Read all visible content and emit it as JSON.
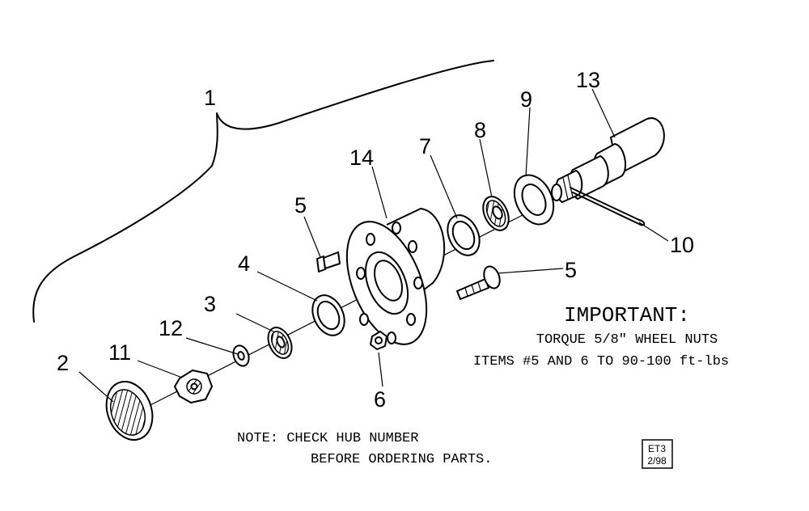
{
  "callouts": {
    "c1": "1",
    "c2": "2",
    "c3": "3",
    "c4": "4",
    "c5a": "5",
    "c5b": "5",
    "c6": "6",
    "c7": "7",
    "c8": "8",
    "c9": "9",
    "c10": "10",
    "c11": "11",
    "c12": "12",
    "c13": "13",
    "c14": "14"
  },
  "important": {
    "heading": "IMPORTANT:",
    "line1": "TORQUE 5/8\" WHEEL NUTS",
    "line2": "ITEMS #5 AND 6 TO 90-100 ft-lbs"
  },
  "note": {
    "line1": "NOTE: CHECK HUB NUMBER",
    "line2": "BEFORE ORDERING PARTS."
  },
  "stamp": {
    "line1": "ET3",
    "line2": "2/98"
  }
}
